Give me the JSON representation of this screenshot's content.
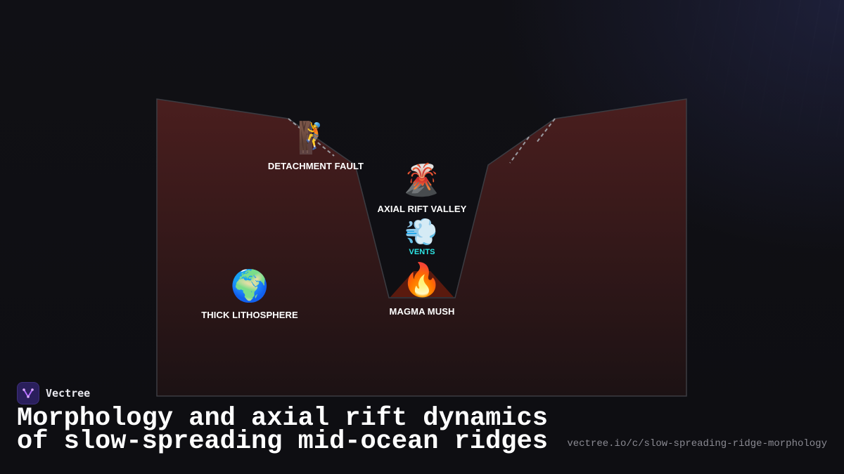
{
  "labels": {
    "detachment_fault": "DETACHMENT FAULT",
    "axial_rift_valley": "AXIAL RIFT VALLEY",
    "vents": "VENTS",
    "magma_mush": "MAGMA MUSH",
    "thick_lithosphere": "THICK LITHOSPHERE"
  },
  "icons": {
    "detachment_fault": "🧗",
    "axial_rift_valley": "🌋",
    "vents": "💨",
    "magma_mush": "🔥",
    "thick_lithosphere": "🌍"
  },
  "colors": {
    "crust_top": "#4a1e1e",
    "crust_bottom": "#1c1214",
    "vents_text": "#2ee6e6",
    "magma_chamber": "#5a1a0e"
  },
  "brand": {
    "name": "Vectree"
  },
  "footer": {
    "title_line1": "Morphology and axial rift dynamics",
    "title_line2": "of slow-spreading mid-ocean ridges",
    "url": "vectree.io/c/slow-spreading-ridge-morphology"
  }
}
